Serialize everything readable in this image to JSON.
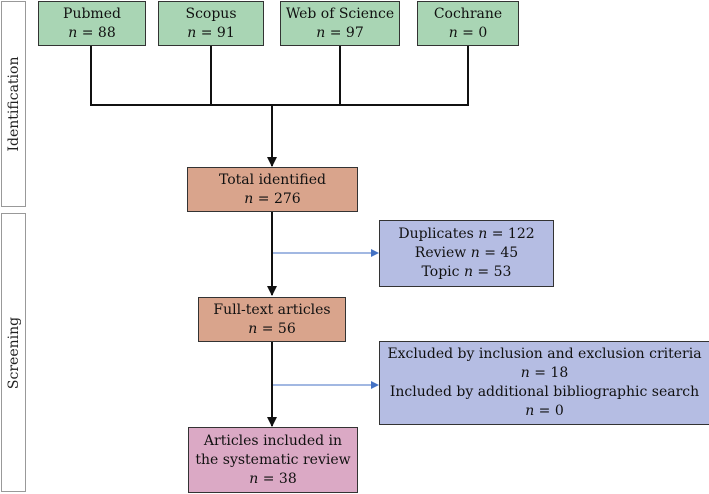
{
  "phases": {
    "identification": "Identification",
    "screening": "Screening"
  },
  "sources": [
    {
      "name": "Pubmed",
      "n": "88"
    },
    {
      "name": "Scopus",
      "n": "91"
    },
    {
      "name": "Web of Science",
      "n": "97"
    },
    {
      "name": "Cochrane",
      "n": "0"
    }
  ],
  "total": {
    "label": "Total identified",
    "n": "276"
  },
  "removed": {
    "duplicates_label": "Duplicates",
    "duplicates_n": "122",
    "review_label": "Review",
    "review_n": "45",
    "topic_label": "Topic",
    "topic_n": "53"
  },
  "fulltext": {
    "label": "Full-text articles",
    "n": "56"
  },
  "criteria": {
    "excluded_label": "Excluded by inclusion and exclusion criteria",
    "excluded_n": "18",
    "additional_label": "Included by additional bibliographic search",
    "additional_n": "0"
  },
  "included": {
    "line1": "Articles included in",
    "line2": "the systematic review",
    "n": "38"
  },
  "n_symbol": "n",
  "equals": " = ",
  "colors": {
    "source_box": "#a9d5b4",
    "total_box": "#d9a48c",
    "excluded_box": "#b5bde3",
    "included_box": "#dba9c5",
    "side_arrow": "#4472c4"
  }
}
